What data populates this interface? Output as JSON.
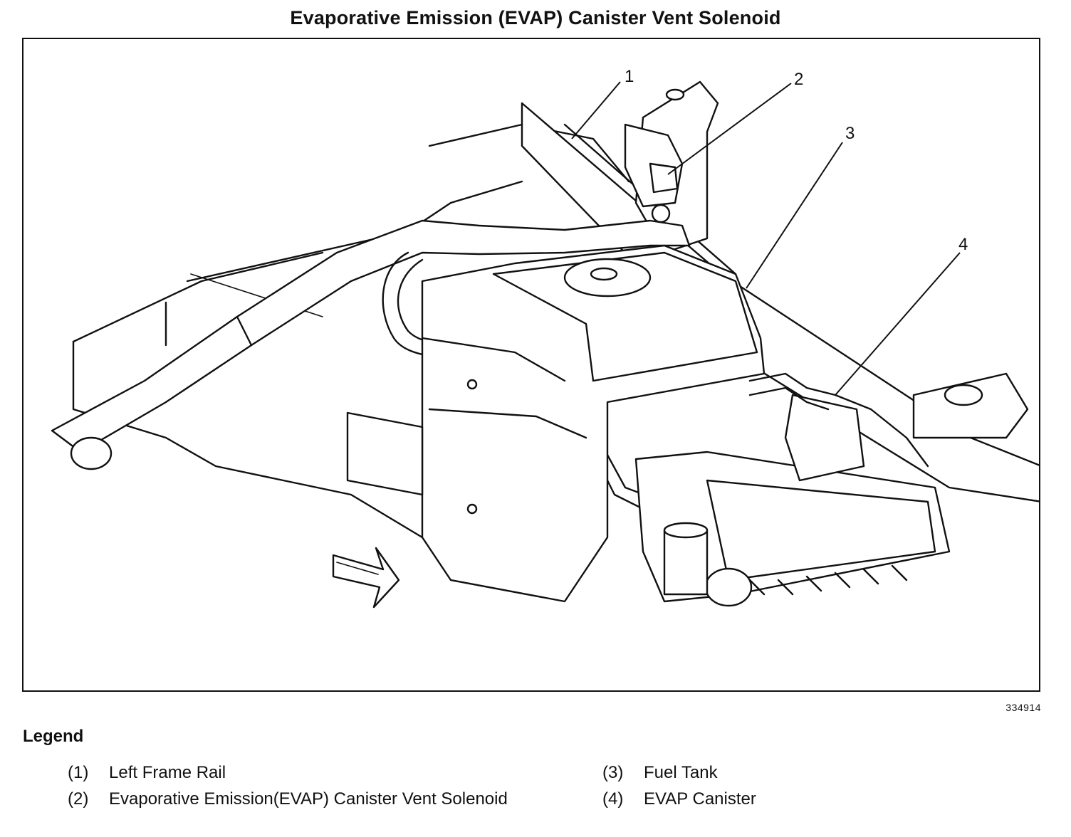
{
  "title": "Evaporative Emission (EVAP) Canister Vent Solenoid",
  "figure_id": "334914",
  "callouts": [
    {
      "number": "1"
    },
    {
      "number": "2"
    },
    {
      "number": "3"
    },
    {
      "number": "4"
    }
  ],
  "legend": {
    "title": "Legend",
    "items": [
      {
        "number": "(1)",
        "text": "Left Frame Rail"
      },
      {
        "number": "(2)",
        "text": "Evaporative Emission(EVAP) Canister Vent Solenoid"
      },
      {
        "number": "(3)",
        "text": "Fuel Tank"
      },
      {
        "number": "(4)",
        "text": "EVAP Canister"
      }
    ]
  }
}
